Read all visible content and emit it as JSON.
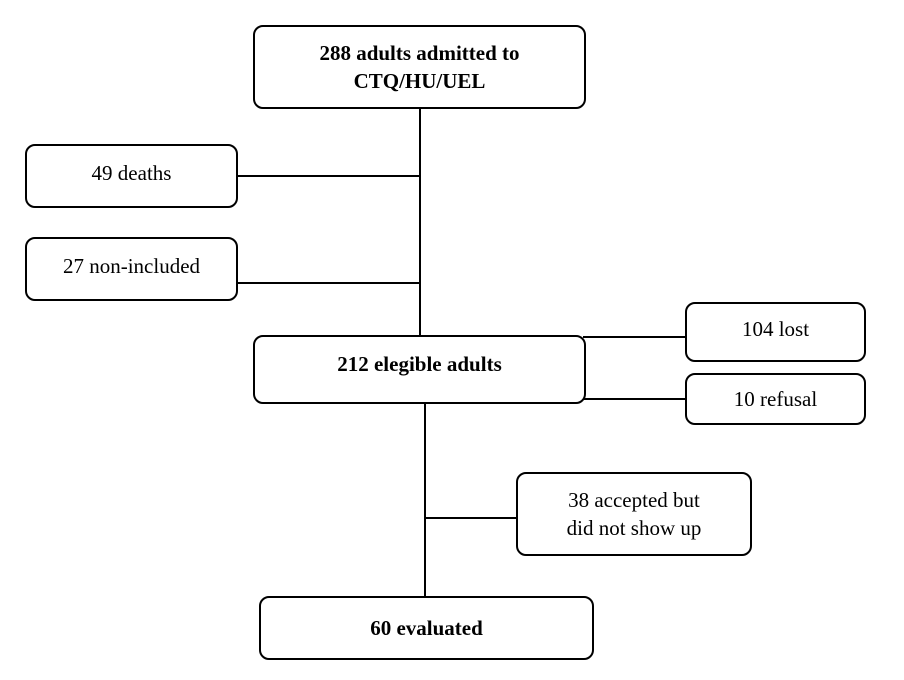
{
  "flowchart": {
    "admitted": {
      "line1": "288 adults admitted to",
      "line2": "CTQ/HU/UEL"
    },
    "deaths": "49 deaths",
    "non_included": "27 non-included",
    "eligible": "212 elegible adults",
    "lost": "104 lost",
    "refusal": "10 refusal",
    "no_show": {
      "line1": "38 accepted but",
      "line2": "did not show up"
    },
    "evaluated": "60 evaluated"
  }
}
